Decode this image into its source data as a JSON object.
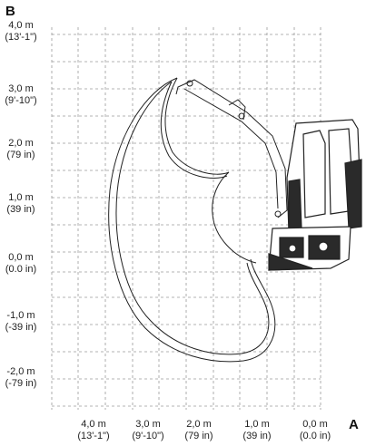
{
  "axes": {
    "vertical_letter": "B",
    "horizontal_letter": "A"
  },
  "y_labels": [
    {
      "metric": "4,0 m",
      "imperial": "(13'-1\")"
    },
    {
      "metric": "3,0 m",
      "imperial": "(9'-10\")"
    },
    {
      "metric": "2,0 m",
      "imperial": "(79 in)"
    },
    {
      "metric": "1,0 m",
      "imperial": "(39 in)"
    },
    {
      "metric": "0,0 m",
      "imperial": "(0.0 in)"
    },
    {
      "metric": "-1,0 m",
      "imperial": "(-39 in)"
    },
    {
      "metric": "-2,0 m",
      "imperial": "(-79 in)"
    }
  ],
  "x_labels": [
    {
      "metric": "4,0 m",
      "imperial": "(13'-1\")"
    },
    {
      "metric": "3,0 m",
      "imperial": "(9'-10\")"
    },
    {
      "metric": "2,0 m",
      "imperial": "(79 in)"
    },
    {
      "metric": "1,0 m",
      "imperial": "(39 in)"
    },
    {
      "metric": "0,0 m",
      "imperial": "(0.0 in)"
    }
  ],
  "colors": {
    "grid": "#9a9a9a",
    "line": "#222222",
    "fill_dark": "#2a2a2a"
  },
  "icons": [
    "excavator-cab-icon",
    "excavator-boom-icon",
    "excavator-track-icon"
  ]
}
